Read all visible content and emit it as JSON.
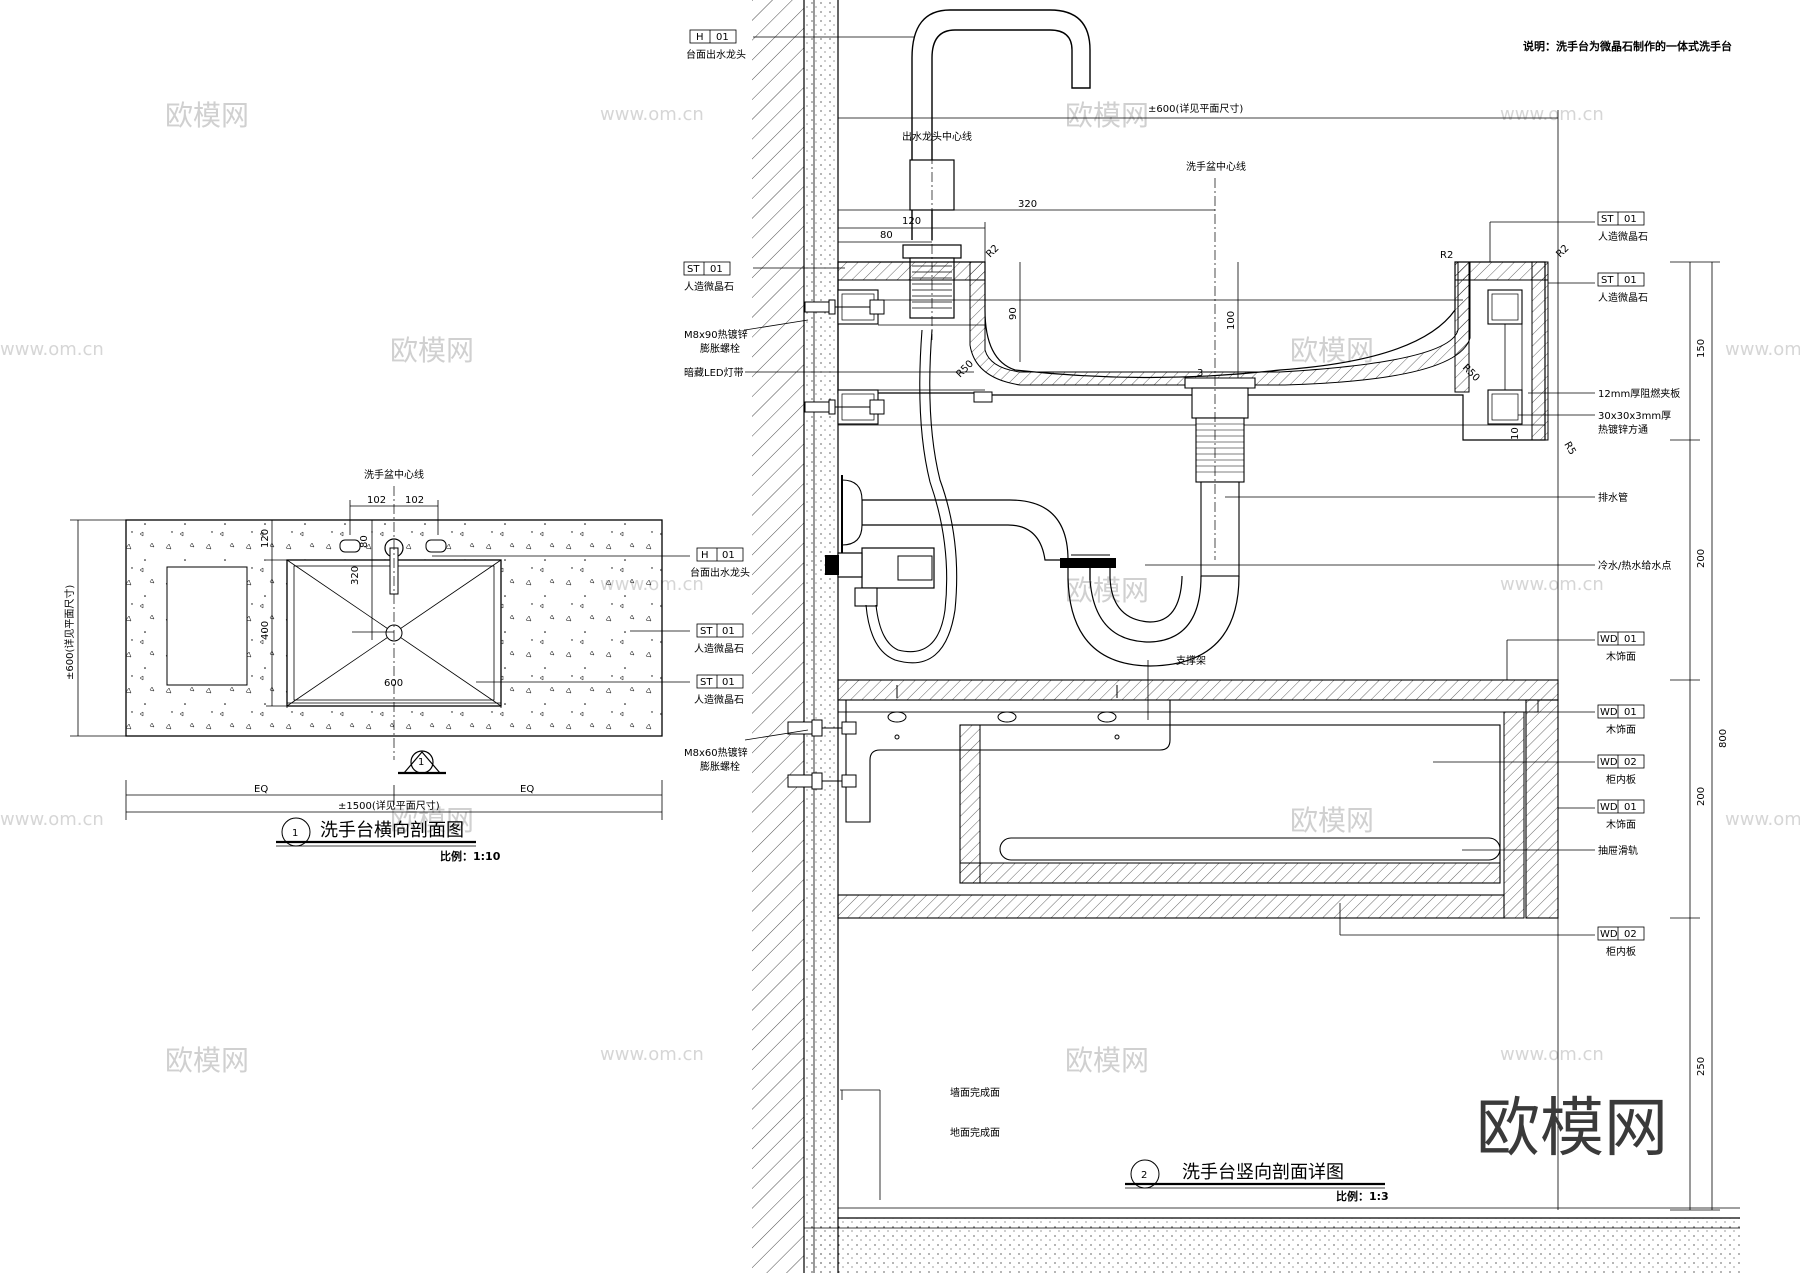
{
  "note": "说明：洗手台为微晶石制作的一体式洗手台",
  "section1": {
    "title": "洗手台横向剖面图",
    "scale": "比例：1:10",
    "number": "1",
    "center_label": "洗手盆中心线",
    "dims": {
      "d102a": "102",
      "d102b": "102",
      "d120": "120",
      "d80": "80",
      "d320": "320",
      "d400": "400",
      "d600": "600",
      "dEQ1": "EQ",
      "dEQ2": "EQ",
      "dTotal": "±1500(详见平面尺寸)",
      "dDepth": "±600(详见平面尺寸)"
    },
    "tags": [
      {
        "code": "H",
        "num": "01",
        "label": "台面出水龙头"
      },
      {
        "code": "ST",
        "num": "01",
        "label": "人造微晶石"
      },
      {
        "code": "ST",
        "num": "01",
        "label": "人造微晶石"
      }
    ]
  },
  "section2": {
    "title": "洗手台竖向剖面详图",
    "scale": "比例：1:3",
    "number": "2",
    "labels": {
      "faucet_center": "出水龙头中心线",
      "basin_center": "洗手盆中心线",
      "width_dim": "±600(详见平面尺寸)",
      "support": "支撑架",
      "wall_finish": "墙面完成面",
      "floor_finish": "地面完成面"
    },
    "dims": {
      "d320": "320",
      "d120": "120",
      "d80": "80",
      "d90": "90",
      "d100": "100",
      "d3": "3",
      "d10": "10",
      "r2a": "R2",
      "r2b": "R2",
      "r2c": "R2",
      "r50a": "R50",
      "r50b": "R50",
      "r5": "R5",
      "v150": "150",
      "v200a": "200",
      "v800": "800",
      "v200b": "200",
      "v250": "250"
    },
    "left_tags": [
      {
        "code": "H",
        "num": "01",
        "label": "台面出水龙头"
      },
      {
        "code": "ST",
        "num": "01",
        "label": "人造微晶石"
      }
    ],
    "left_notes": {
      "bolt90a": "M8x90热镀锌",
      "bolt90b": "膨胀螺栓",
      "led": "暗藏LED灯带",
      "bolt60a": "M8x60热镀锌",
      "bolt60b": "膨胀螺栓"
    },
    "right_tags": [
      {
        "code": "ST",
        "num": "01",
        "label": "人造微晶石"
      },
      {
        "code": "ST",
        "num": "01",
        "label": "人造微晶石"
      },
      {
        "code": "WD",
        "num": "01",
        "label": "木饰面"
      },
      {
        "code": "WD",
        "num": "01",
        "label": "木饰面"
      },
      {
        "code": "WD",
        "num": "02",
        "label": "柜内板"
      },
      {
        "code": "WD",
        "num": "01",
        "label": "木饰面"
      },
      {
        "code": "WD",
        "num": "02",
        "label": "柜内板"
      }
    ],
    "right_notes": {
      "plywood": "12mm厚阻燃夹板",
      "tube1": "30x30x3mm厚",
      "tube2": "热镀锌方通",
      "drain": "排水管",
      "water": "冷水/热水给水点",
      "slide": "抽屉滑轨"
    }
  },
  "watermarks": [
    "欧模网",
    "www.om.cn"
  ],
  "logo": "欧模网"
}
